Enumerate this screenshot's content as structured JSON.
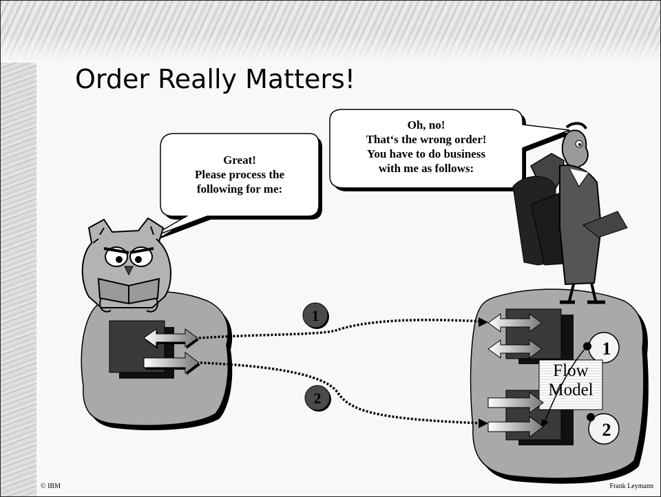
{
  "slide": {
    "title": "Order Really Matters!",
    "left_bubble": [
      "Great!",
      "Please process the",
      "following for me:"
    ],
    "right_bubble": [
      "Oh, no!",
      "That‘s the wrong order!",
      "You have to do business",
      "with me as follows:"
    ],
    "step_badges": {
      "first": "1",
      "second": "2"
    },
    "flow_model": {
      "line1": "Flow",
      "line2": "Model",
      "step1": "1",
      "step2": "2"
    },
    "footer": {
      "left": "© IBM",
      "right": "Frank Leymann"
    }
  },
  "icons": [
    "owl-reading-icon",
    "tailor-with-suits-icon",
    "bidirectional-arrow-icon",
    "one-way-arrow-icon"
  ],
  "colors": {
    "blob_fill": "#a9a9a9",
    "box_fill": "#3a3a3a",
    "badge_fill": "#4a4a4a"
  }
}
